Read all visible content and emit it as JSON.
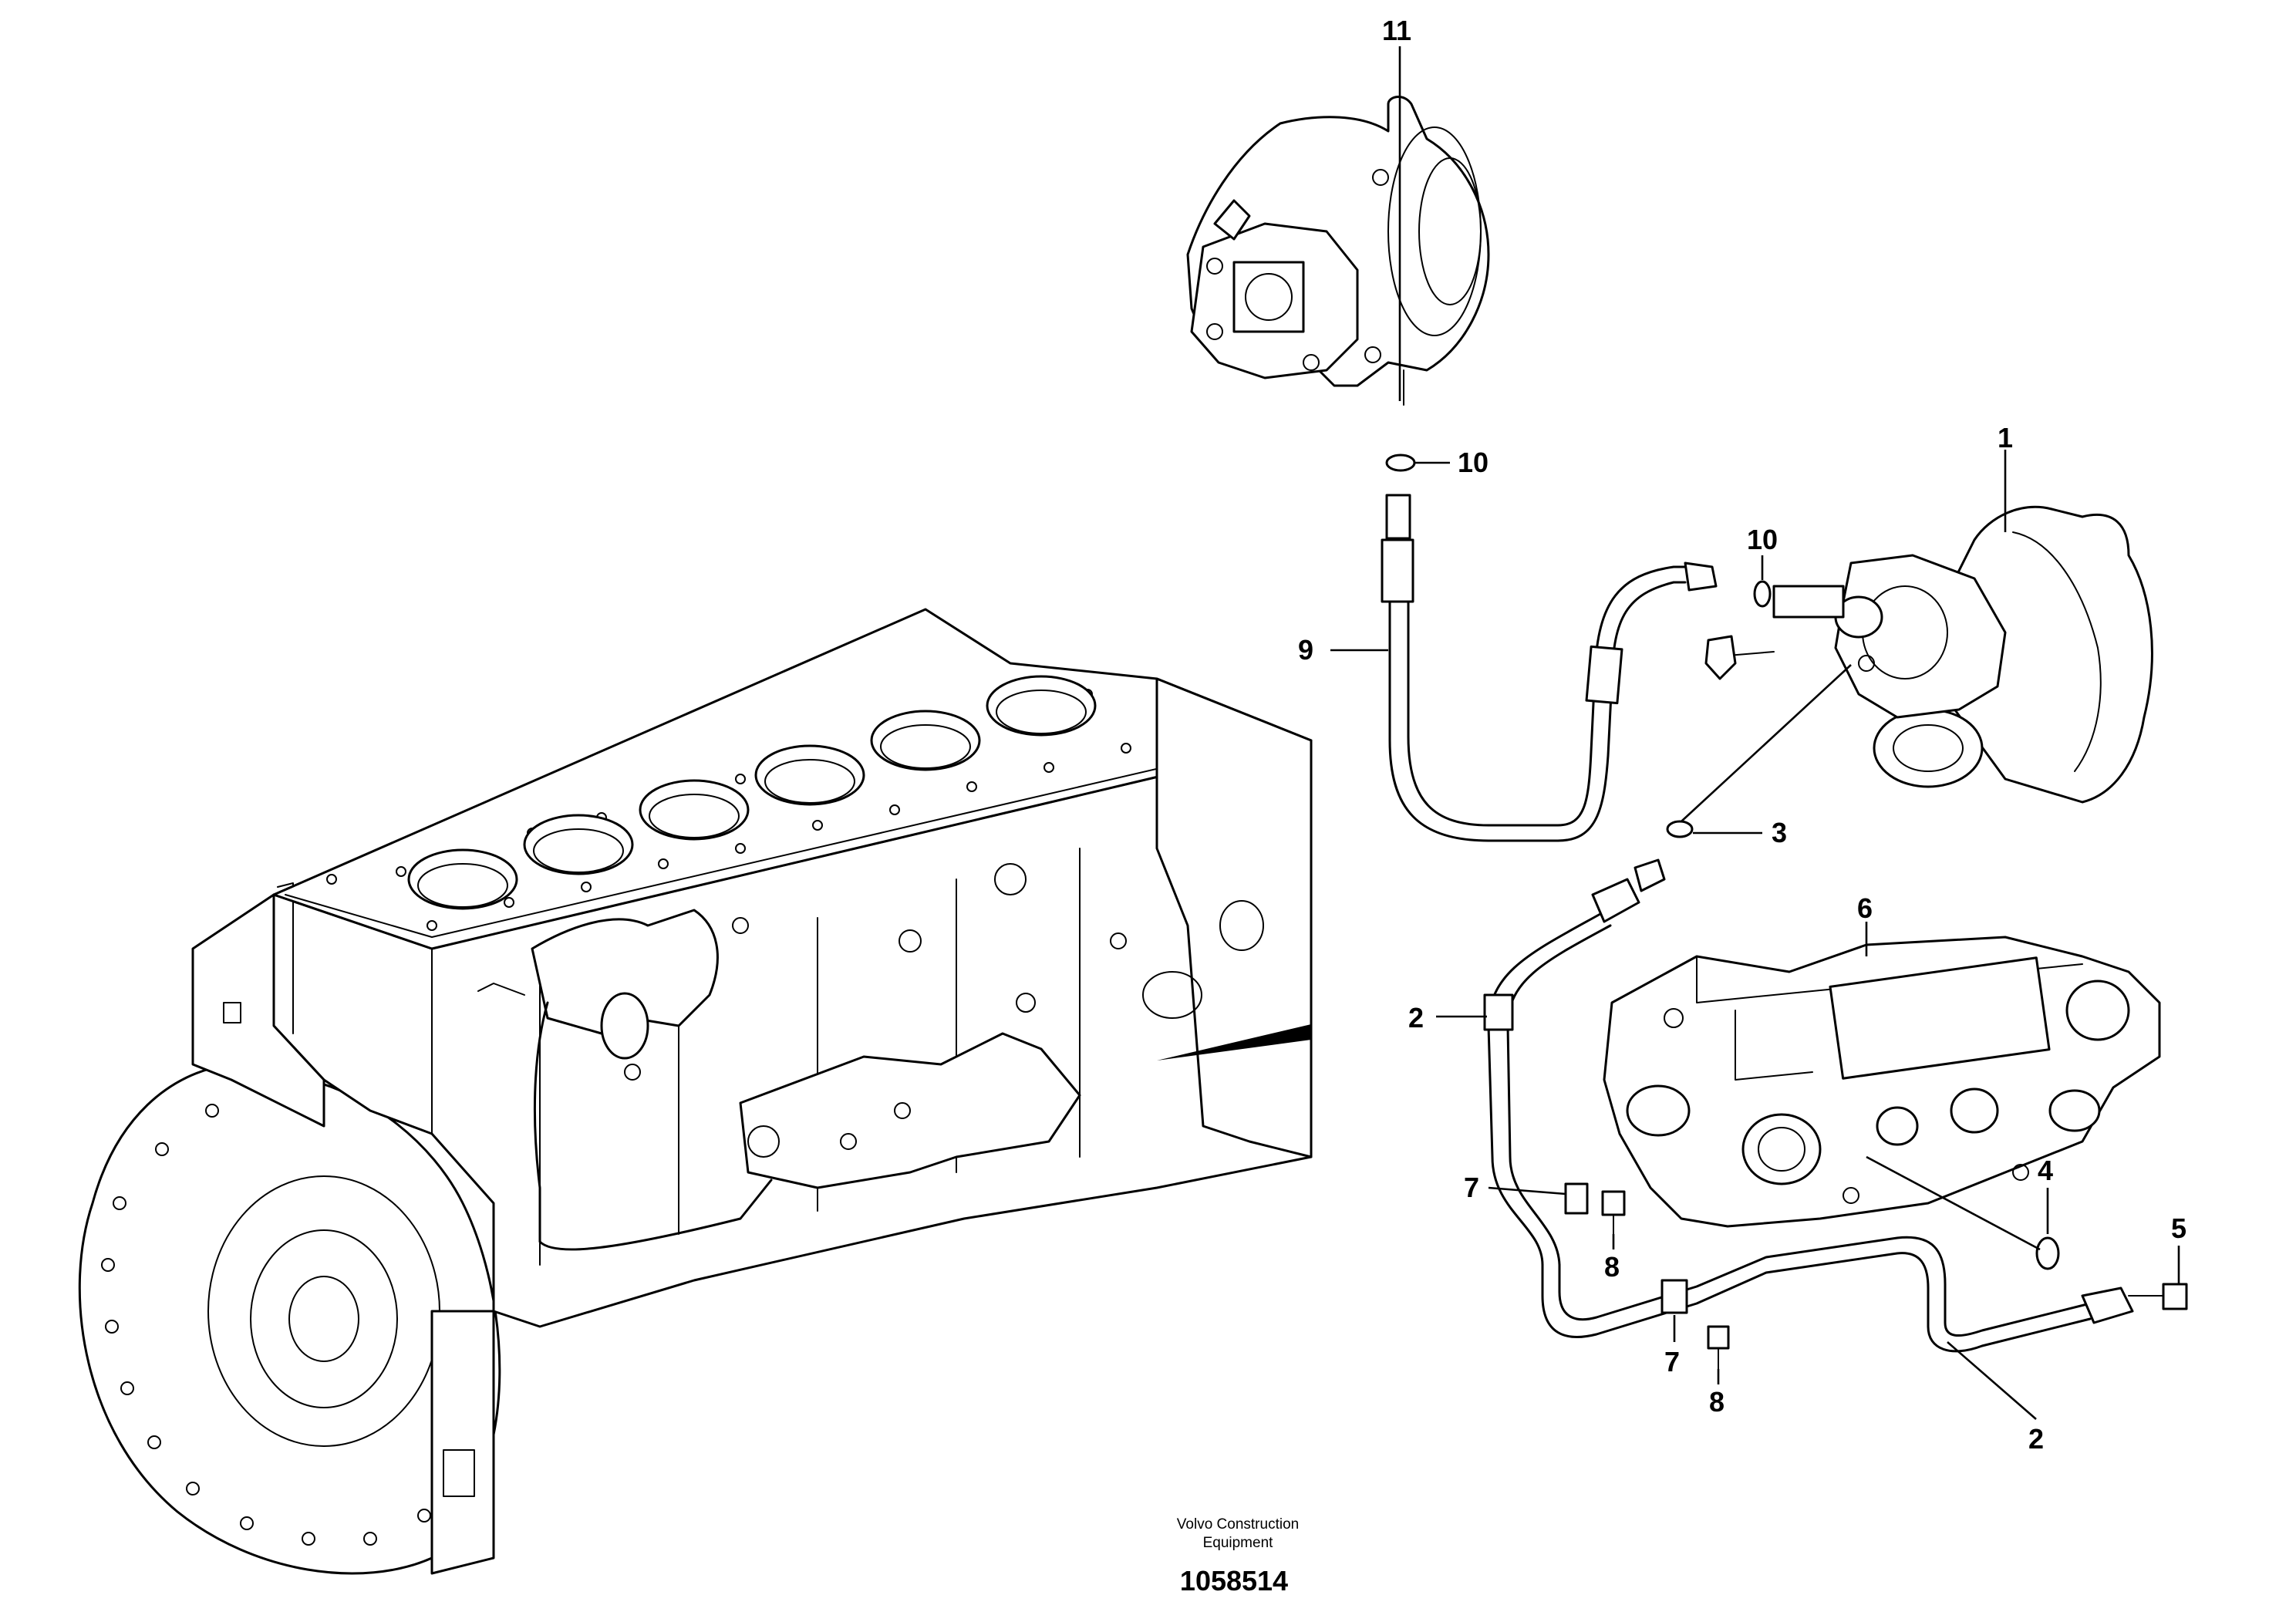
{
  "callouts": {
    "c1": "1",
    "c2a": "2",
    "c2b": "2",
    "c3": "3",
    "c4": "4",
    "c5": "5",
    "c6": "6",
    "c7a": "7",
    "c7b": "7",
    "c8a": "8",
    "c8b": "8",
    "c9": "9",
    "c10a": "10",
    "c10b": "10",
    "c11": "11"
  },
  "footer": {
    "brand_line1": "Volvo Construction",
    "brand_line2": "Equipment",
    "drawing_number": "1058514"
  }
}
